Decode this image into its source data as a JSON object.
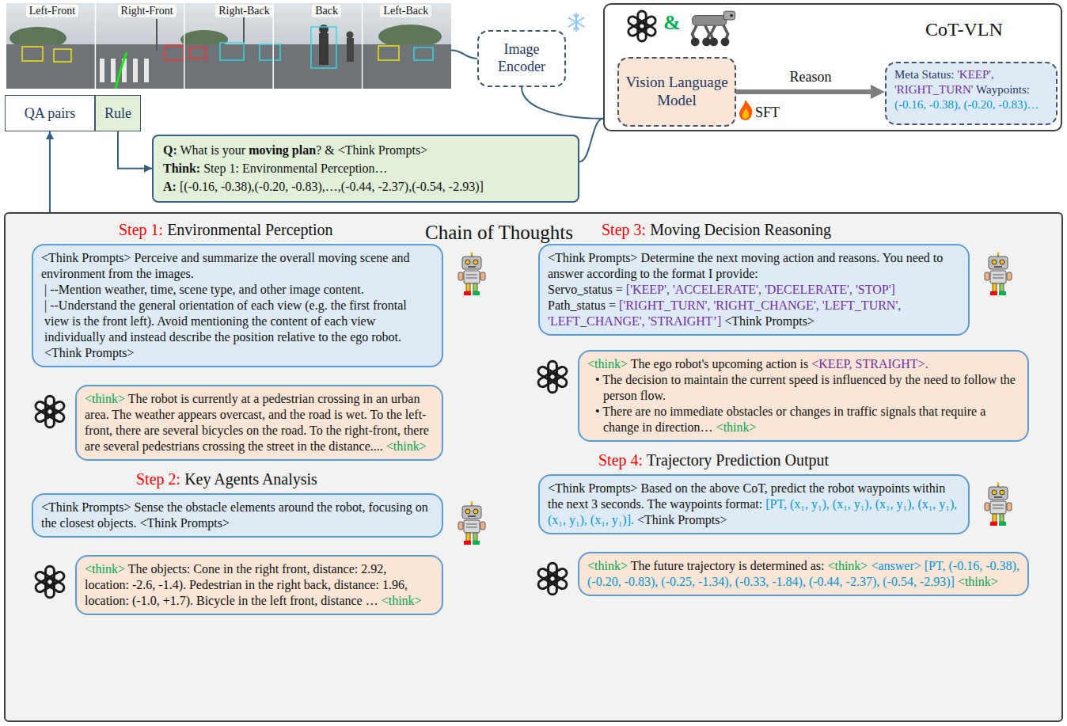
{
  "diagram": {
    "nodes": [
      {
        "text": [
          "Left-Front",
          "Right-Front",
          "Right-Back",
          "Back",
          "Left-Back"
        ]
      },
      {
        "text": [
          "Image Encoder"
        ]
      },
      {
        "text": [
          "CoT-VLN"
        ]
      },
      {
        "text": [
          "Vision Language Model",
          "SFT"
        ],
        "in": 2
      },
      {
        "text": [
          "Meta Status:",
          "'KEEP', 'RIGHT_TURN'",
          "Waypoints:",
          "(-0.16, -0.38), (-0.20, -0.83)…"
        ],
        "in": 2
      },
      {
        "text": [
          "QA pairs"
        ]
      },
      {
        "text": [
          "Rule"
        ]
      },
      {
        "text": [
          "Q:",
          "What is your",
          "moving plan",
          "? & <Think Prompts>",
          "Think:",
          "Step 1: Environmental Perception…",
          "A:",
          "[(-0.16, -0.38),(-0.20, -0.83),…,(-0.44, -2.37),(-0.54, -2.93)]"
        ]
      },
      {
        "text": [
          "Chain of Thoughts"
        ]
      },
      {
        "text": [
          "<Think Prompts> Perceive and summarize the overall moving scene and environment from the images.",
          "| --Mention weather, time, scene type, and other image content.",
          "| --Understand the general orientation of each view (e.g. the first frontal view is the front left). Avoid mentioning the content of each view individually and instead describe the position relative to the ego robot. <Think Prompts>"
        ],
        "in": 8
      },
      {
        "text": [
          "<think>",
          "The robot is currently at a pedestrian crossing in an urban area. The weather appears overcast, and the road is wet. To the left-front, there are several bicycles on the road. To the right-front, there are several pedestrians crossing the street in the distance....",
          "<think>"
        ],
        "in": 8
      },
      {
        "text": [
          "<Think Prompts> Sense the obstacle elements around the robot, focusing on the closest objects. <Think Prompts>"
        ],
        "in": 8
      },
      {
        "text": [
          "<think>",
          "The objects: Cone in the right front, distance: 2.92, location: -2.6, -1.4). Pedestrian in the right back, distance: 1.96, location: (-1.0, +1.7). Bicycle in the left front, distance …",
          "<think>"
        ],
        "in": 8
      },
      {
        "text": [
          "<Think Prompts> Determine the next moving action and reasons. You need to answer according to the format I provide:",
          "Servo_status =",
          "['KEEP', 'ACCELERATE', 'DECELERATE', 'STOP']",
          "Path_status =",
          "['RIGHT_TURN', 'RIGHT_CHANGE', 'LEFT_TURN', 'LEFT_CHANGE', 'STRAIGHT’]",
          "<Think Prompts>"
        ],
        "in": 8
      },
      {
        "text": [
          "<think>",
          "The ego robot's upcoming action is",
          "<KEEP, STRAIGHT>.",
          "• The decision to maintain the current speed is influenced by the need to follow the person flow.",
          "• There are no immediate obstacles or changes in traffic signals that require a change in direction…",
          "<think>"
        ],
        "in": 8
      },
      {
        "text": [
          "<Think Prompts> Based on the above CoT, predict the robot waypoints within the next 3 seconds. The waypoints format:",
          "[PT, (x₁, y₁), (x₁, y₁), (x₁, y₁), (x₁, y₁), (x₁, y₁), (x₁, y₁)].",
          "<Think Prompts>"
        ],
        "in": 8
      },
      {
        "text": [
          "<think>",
          "The future trajectory is determined as:",
          "<think>",
          "<answer>",
          "[PT, (-0.16, -0.38), (-0.20, -0.83), (-0.25, -1.34), (-0.33, -1.84), (-0.44, -2.37), (-0.54, -2.93)]",
          "<think>"
        ],
        "in": 8
      }
    ],
    "edges": [
      {
        "from": 0,
        "to": 1,
        "arrow": "none"
      },
      {
        "from": 1,
        "to": 2,
        "arrow": "none"
      },
      {
        "from": 7,
        "to": 2,
        "arrow": "none"
      },
      {
        "from": 6,
        "to": 7,
        "arrow": "to"
      },
      {
        "from": 8,
        "to": 5,
        "arrow": "to"
      },
      {
        "from": 3,
        "to": 4,
        "label": "Reason",
        "arrow": "to"
      }
    ],
    "labels": [
      "&",
      "Step 1:",
      "Environmental Perception",
      "Step 2:",
      "Key Agents Analysis",
      "Step 3:",
      "Moving Decision Reasoning",
      "Step 4:",
      "Trajectory Prediction Output"
    ]
  }
}
